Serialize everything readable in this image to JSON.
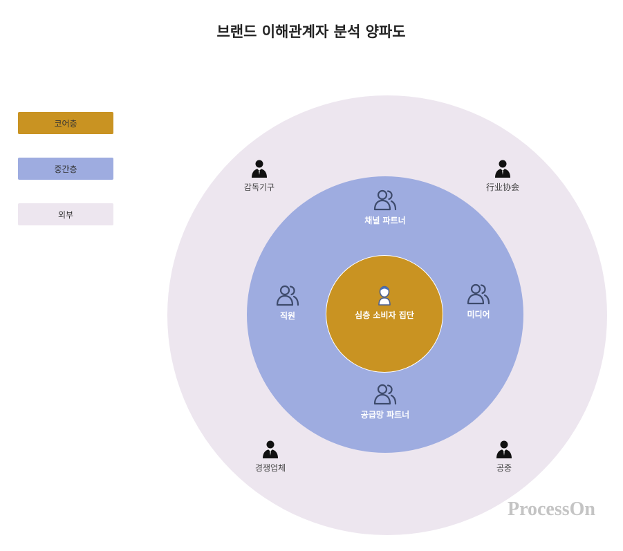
{
  "title": "브랜드 이해관계자 분석 양파도",
  "legend": [
    {
      "label": "코어층",
      "color": "#c99322"
    },
    {
      "label": "중간층",
      "color": "#9eace0"
    },
    {
      "label": "외부",
      "color": "#ede6ef"
    }
  ],
  "layers": {
    "core": {
      "color": "#c99322",
      "label": "심층 소비자 집단",
      "icon": "consumer-person-icon"
    },
    "middle": {
      "color": "#9eace0",
      "nodes": {
        "top": {
          "label": "채널 파트너",
          "icon": "group-icon"
        },
        "left": {
          "label": "직원",
          "icon": "group-icon"
        },
        "right": {
          "label": "미디어",
          "icon": "group-icon"
        },
        "bottom": {
          "label": "공급망 파트너",
          "icon": "group-icon"
        }
      }
    },
    "outer": {
      "color": "#ede6ef",
      "nodes": {
        "top_left": {
          "label": "감독기구",
          "icon": "businessperson-icon"
        },
        "top_right": {
          "label": "行业协会",
          "icon": "businessperson-icon"
        },
        "bottom_left": {
          "label": "경쟁업체",
          "icon": "businessperson-icon"
        },
        "bottom_right": {
          "label": "공중",
          "icon": "businessperson-icon"
        }
      }
    }
  },
  "watermark": "ProcessOn"
}
